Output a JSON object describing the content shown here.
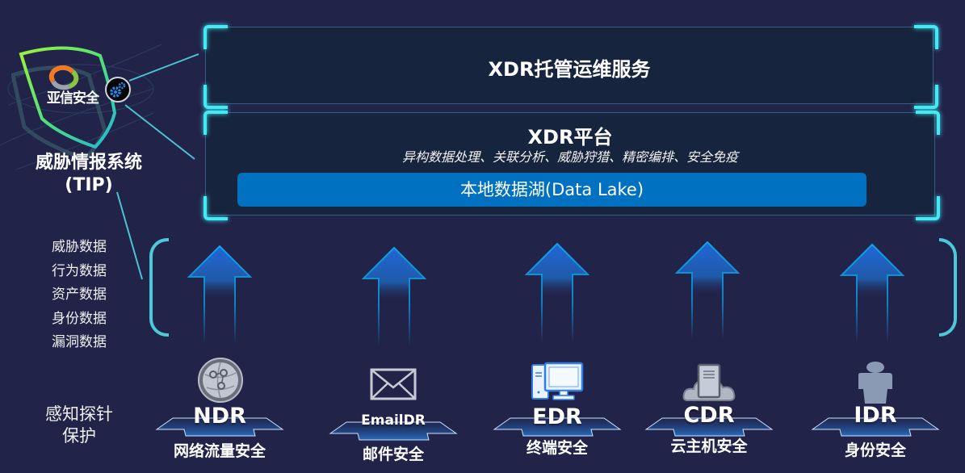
{
  "colors": {
    "background": "#212349",
    "panel": "#17243d",
    "panel_border": "#2f5f86",
    "glow_cyan": "#42eaf3",
    "data_lake": "#0070c0",
    "arrow_top": "#2166d8",
    "arrow_edge": "#0ea5e8",
    "bracket": "#4cc8d6"
  },
  "services_panel": {
    "title": "XDR托管运维服务"
  },
  "platform_panel": {
    "title": "XDR平台",
    "subtitle": "异构数据处理、关联分析、威胁狩猎、精密编排、安全免疫",
    "data_lake": "本地数据湖(Data Lake)"
  },
  "tip": {
    "logo_text": "亚信安全",
    "logo_icon": "gear-icon",
    "title_line1": "威胁情报系统",
    "title_line2": "(TIP)"
  },
  "data_types": [
    "威胁数据",
    "行为数据",
    "资产数据",
    "身份数据",
    "漏洞数据"
  ],
  "sensor_label": {
    "line1": "感知探针",
    "line2": "保护"
  },
  "probes": [
    {
      "name": "NDR",
      "label": "网络流量安全",
      "icon": "network-globe-icon"
    },
    {
      "name": "EmailDR",
      "label": "邮件安全",
      "icon": "envelope-icon"
    },
    {
      "name": "EDR",
      "label": "终端安全",
      "icon": "desktop-computer-icon"
    },
    {
      "name": "CDR",
      "label": "云主机安全",
      "icon": "cloud-server-icon"
    },
    {
      "name": "IDR",
      "label": "身份安全",
      "icon": "person-icon"
    }
  ]
}
